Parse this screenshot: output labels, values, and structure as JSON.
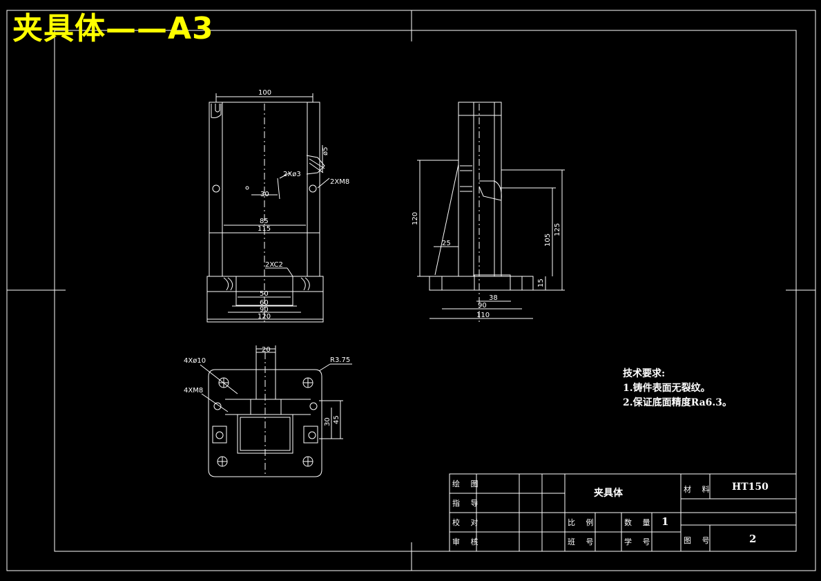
{
  "sheet_title": "夹具体——A3",
  "front_view": {
    "dim_top": "100",
    "dim_phi5": "ø5",
    "dim_holes": "2Xø3",
    "dim_thread": "2XM8",
    "dim_30": "30",
    "dim_85": "85",
    "dim_115": "115",
    "dim_chamfer": "2XC2",
    "dim_50": "50",
    "dim_60": "60",
    "dim_90": "90",
    "dim_120": "120"
  },
  "side_view": {
    "dim_120": "120",
    "dim_25": "25",
    "dim_105": "105",
    "dim_125": "125",
    "dim_15": "15",
    "dim_38": "38",
    "dim_90": "90",
    "dim_110": "110"
  },
  "top_view": {
    "dim_20": "20",
    "dim_r": "R3.75",
    "dim_holes": "4Xø10",
    "dim_thread": "4XM8",
    "dim_30": "30",
    "dim_45": "45"
  },
  "tech_requirements": {
    "heading": "技术要求:",
    "items": [
      "1.铸件表面无裂纹。",
      "2.保证底面精度Ra6.3。"
    ]
  },
  "title_block": {
    "drawn": "绘 图",
    "guide": "指 导",
    "check": "校 对",
    "review": "审 核",
    "part_name": "夹具体",
    "material_label": "材 料",
    "material_value": "HT150",
    "scale_label": "比 例",
    "quantity_label": "数 量",
    "quantity_value": "1",
    "class_label": "班 号",
    "student_label": "学 号",
    "drawing_no_label": "图 号",
    "drawing_no_value": "2"
  }
}
